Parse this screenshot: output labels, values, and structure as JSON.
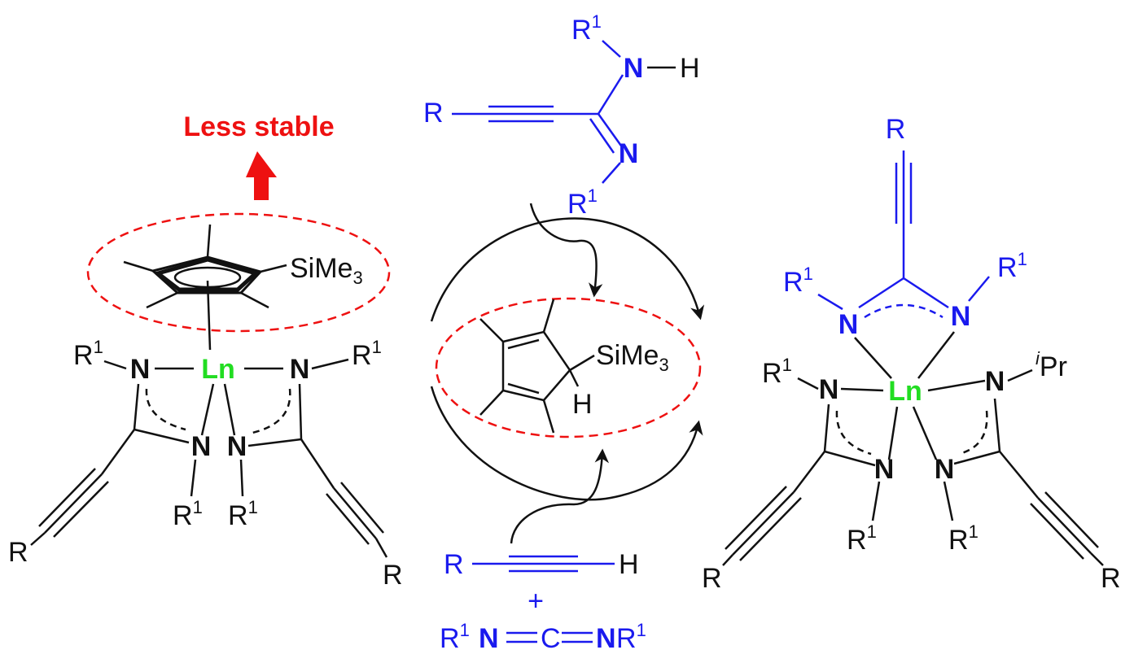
{
  "colors": {
    "black": "#111111",
    "blue": "#1a1aee",
    "green": "#22dd22",
    "red": "#ee1111"
  },
  "annotations": {
    "less_stable": "Less stable"
  },
  "atoms": {
    "R": "R",
    "R1": "R",
    "sup1": "1",
    "N": "N",
    "H": "H",
    "Ln": "Ln",
    "C": "C",
    "SiMe": "SiMe",
    "sub3": "3",
    "Pr": "Pr",
    "iso": "i",
    "plus": "+"
  }
}
